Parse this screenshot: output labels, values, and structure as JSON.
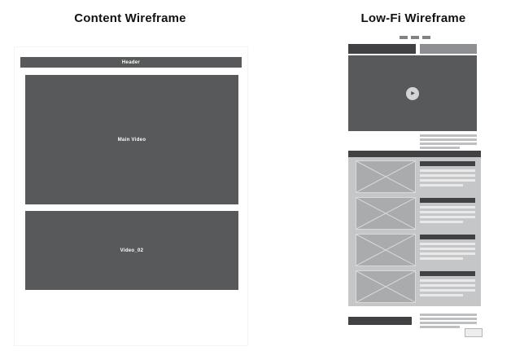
{
  "left_panel": {
    "title": "Content Wireframe",
    "header": {
      "label": "Header"
    },
    "main_video": {
      "label": "Main Video"
    },
    "video_02": {
      "label": "Video_02"
    }
  },
  "right_panel": {
    "title": "Low-Fi Wireframe",
    "nav_dash_count": 3,
    "list_item_count": 4
  },
  "icons": {
    "play": "▶",
    "image_placeholder": "crossed-box"
  },
  "colors": {
    "dark_bar": "#414042",
    "video_gray": "#58595b",
    "header_light_block": "#8d8f92",
    "panel_gray": "#c5c6c8",
    "thumb_gray": "#a9abad",
    "line_gray": "#bdbfc1",
    "background": "#ffffff"
  }
}
